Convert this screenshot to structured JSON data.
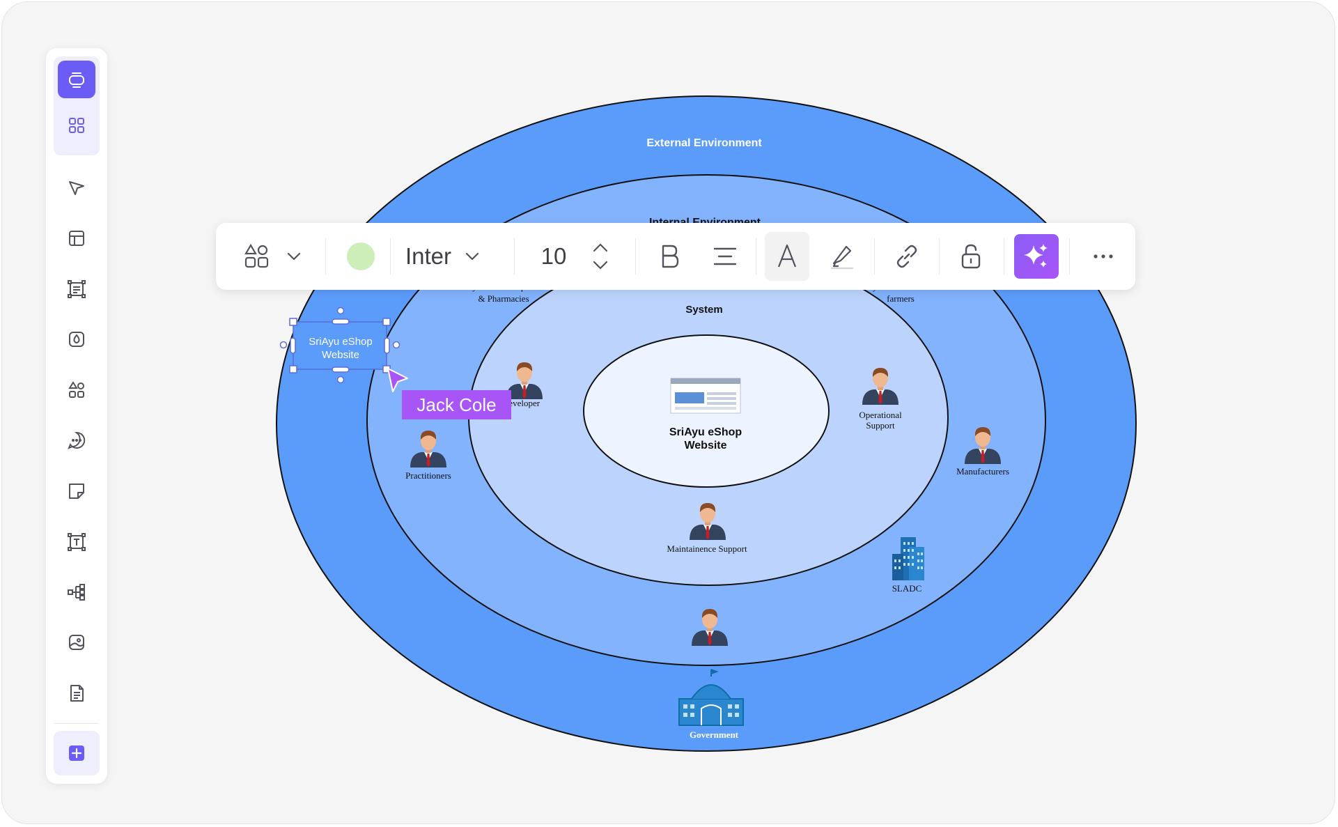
{
  "diagram": {
    "rings": {
      "external": "External Environment",
      "internal": "Internal Environment",
      "system": "System"
    },
    "core": {
      "line1": "SriAyu eShop",
      "line2": "Website"
    },
    "selected_box": {
      "line1": "SriAyu eShop",
      "line2": "Website"
    },
    "actors": {
      "hospitals_line1": "Ayurvedic Hospitals",
      "hospitals_line2": "& Pharmacies",
      "farmers_line1": "Ayurvedic farmers",
      "farmers_line2": "farmers",
      "developer": "Developer",
      "practitioners": "Practitioners",
      "operational_line1": "Operational",
      "operational_line2": "Support",
      "manufacturers": "Manufacturers",
      "maintenance": "Maintainence Support",
      "sladc": "SLADC",
      "government": "Government"
    }
  },
  "toolbar": {
    "font_name": "Inter",
    "font_size": "10",
    "fill_color": "#cdeeb9",
    "ai_gradient": "#a855f7"
  },
  "collaborator": {
    "name": "Jack Cole",
    "color": "#a855f7"
  },
  "colors": {
    "outer_ring": "#5b9cfb",
    "internal_ring": "#83b3fc",
    "system_ring": "#bcd4fd",
    "core": "#eef4ff",
    "accent": "#6b5cf6"
  }
}
